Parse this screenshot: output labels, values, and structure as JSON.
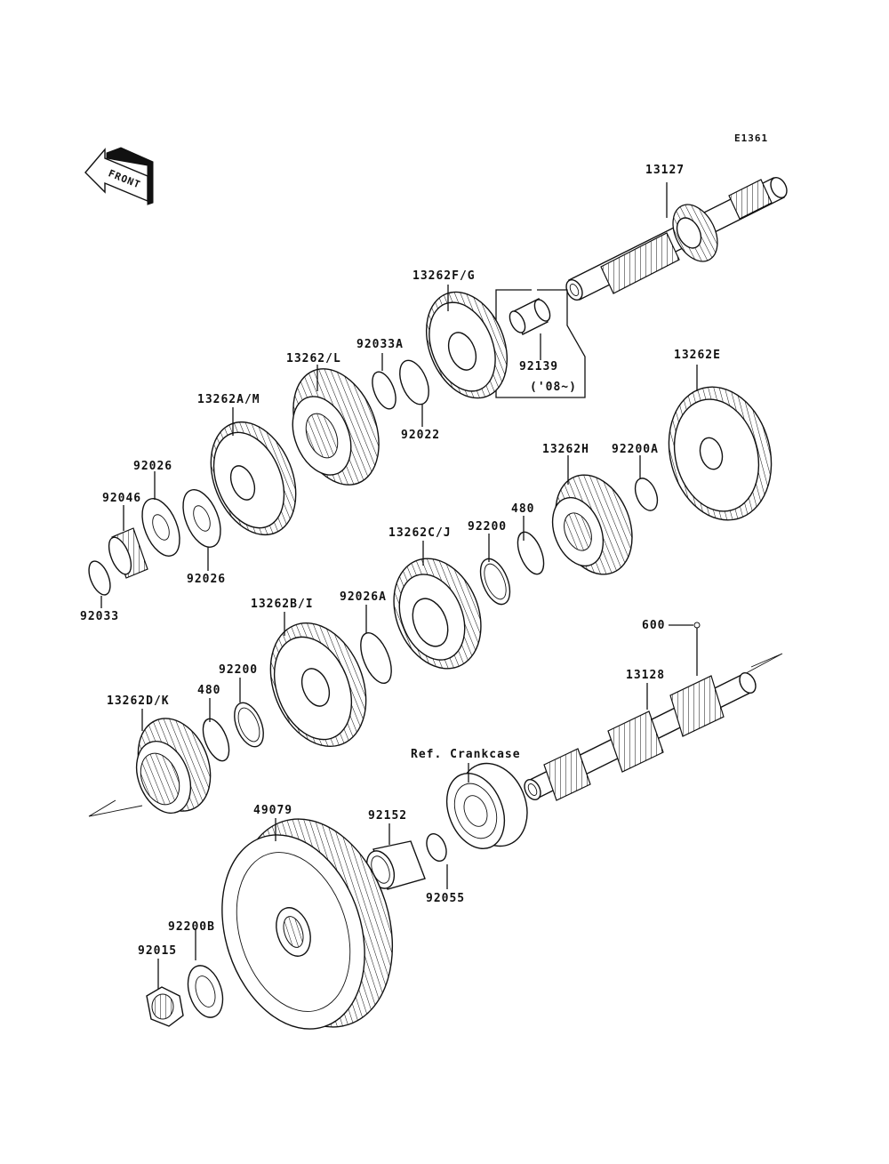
{
  "diagram": {
    "id": "E1361",
    "front_arrow_label": "FRONT",
    "callouts": [
      {
        "key": "p13127",
        "label": "13127"
      },
      {
        "key": "p13262FG",
        "label": "13262F/G"
      },
      {
        "key": "p92139",
        "label": "92139"
      },
      {
        "key": "p92139_note",
        "label": "('08~)"
      },
      {
        "key": "p92033A",
        "label": "92033A"
      },
      {
        "key": "p13262L",
        "label": "13262/L"
      },
      {
        "key": "p92022",
        "label": "92022"
      },
      {
        "key": "p13262AM",
        "label": "13262A/M"
      },
      {
        "key": "p13262E",
        "label": "13262E"
      },
      {
        "key": "p92026_top",
        "label": "92026"
      },
      {
        "key": "p92046",
        "label": "92046"
      },
      {
        "key": "p92026_bot",
        "label": "92026"
      },
      {
        "key": "p92033",
        "label": "92033"
      },
      {
        "key": "p13262H",
        "label": "13262H"
      },
      {
        "key": "p92200A",
        "label": "92200A"
      },
      {
        "key": "p13262CJ",
        "label": "13262C/J"
      },
      {
        "key": "p92200_top",
        "label": "92200"
      },
      {
        "key": "p480_top",
        "label": "480"
      },
      {
        "key": "p13262BI",
        "label": "13262B/I"
      },
      {
        "key": "p92026A",
        "label": "92026A"
      },
      {
        "key": "p92200_bot",
        "label": "92200"
      },
      {
        "key": "p480_bot",
        "label": "480"
      },
      {
        "key": "p13262DK",
        "label": "13262D/K"
      },
      {
        "key": "p600",
        "label": "600"
      },
      {
        "key": "p13128",
        "label": "13128"
      },
      {
        "key": "pRefCrankcase",
        "label": "Ref. Crankcase"
      },
      {
        "key": "p49079",
        "label": "49079"
      },
      {
        "key": "p92152",
        "label": "92152"
      },
      {
        "key": "p92055",
        "label": "92055"
      },
      {
        "key": "p92200B",
        "label": "92200B"
      },
      {
        "key": "p92015",
        "label": "92015"
      }
    ]
  }
}
